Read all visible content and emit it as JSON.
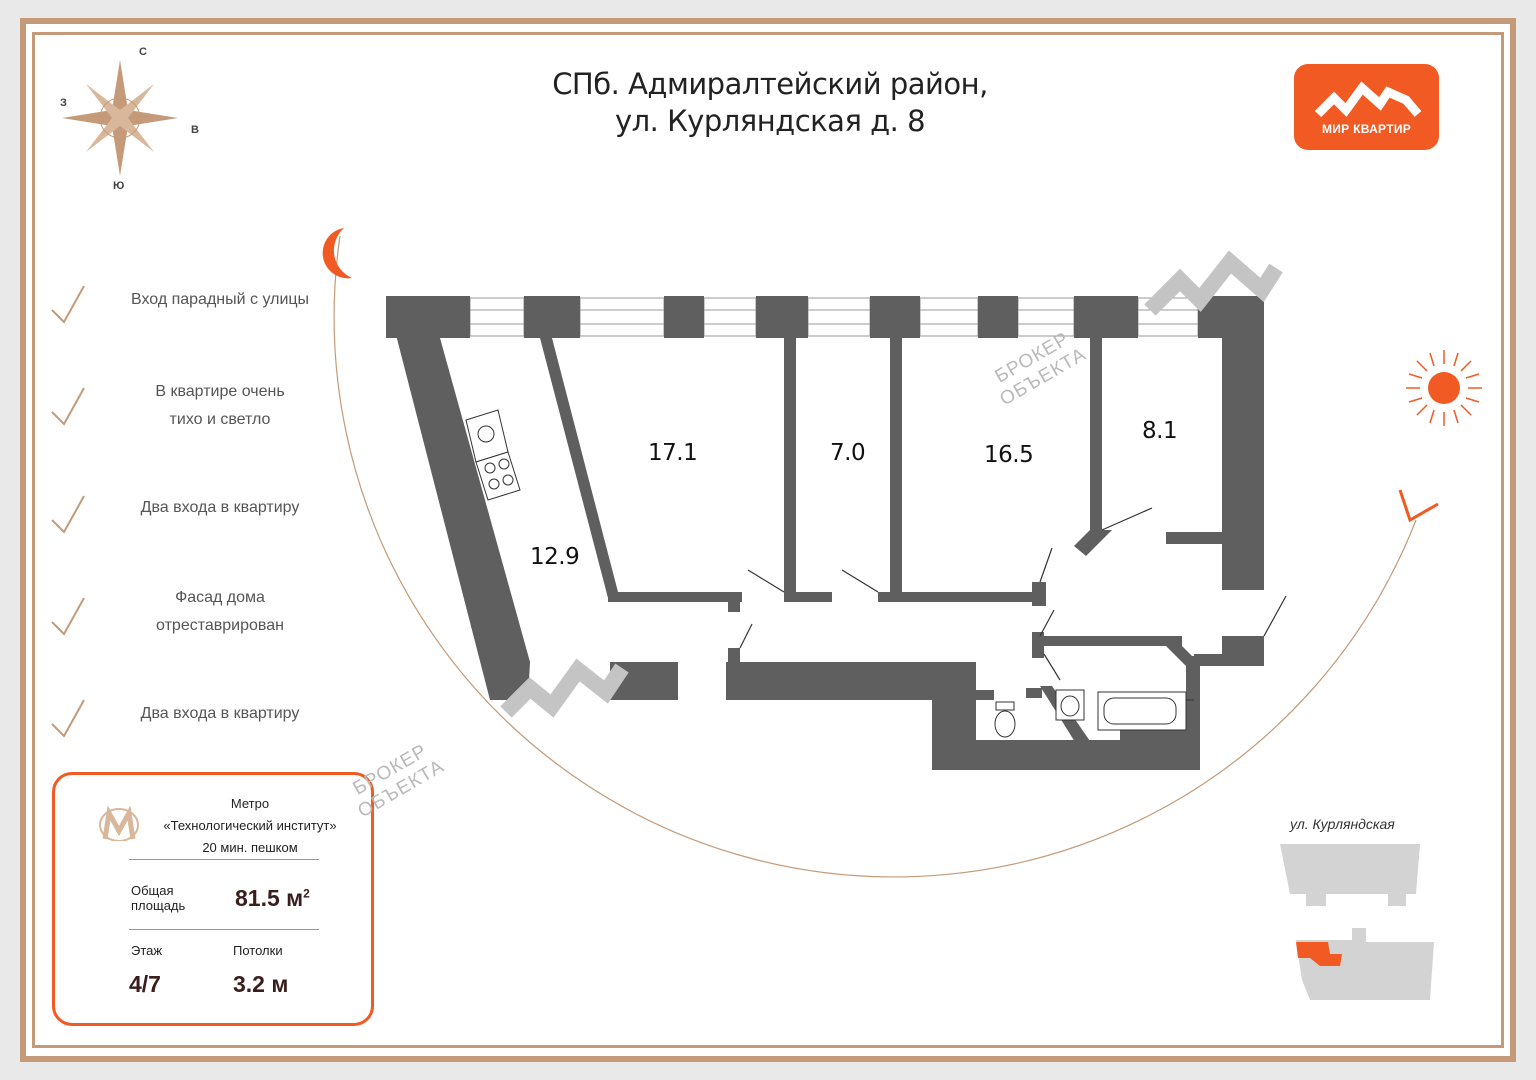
{
  "title": {
    "line1": "СПб. Адмиралтейский район,",
    "line2": "ул. Курляндская д. 8"
  },
  "logo": {
    "text": "МИР КВАРТИР"
  },
  "compass": {
    "north": "С",
    "south": "Ю",
    "west": "З",
    "east": "В"
  },
  "features": [
    {
      "text": "Вход парадный с улицы"
    },
    {
      "line1": "В квартире очень",
      "line2": "тихо и светло"
    },
    {
      "text": "Два входа в квартиру"
    },
    {
      "line1": "Фасад дома",
      "line2": "отреставрирован"
    },
    {
      "text": "Два входа в квартиру"
    }
  ],
  "info": {
    "metro_label": "Метро",
    "metro_station": "«Технологический институт»",
    "metro_walk": "20 мин. пешком",
    "area_label_1": "Общая",
    "area_label_2": "площадь",
    "area_value": "81.5 м",
    "area_sup": "2",
    "floor_label": "Этаж",
    "floor_value": "4/7",
    "ceiling_label": "Потолки",
    "ceiling_value": "3.2 м"
  },
  "rooms": [
    {
      "area": "17.1"
    },
    {
      "area": "7.0"
    },
    {
      "area": "16.5"
    },
    {
      "area": "8.1"
    },
    {
      "area": "12.9"
    }
  ],
  "street_label": "ул. Курляндская",
  "watermark": {
    "line1": "БРОКЕР",
    "line2": "ОБЪЕКТА"
  },
  "colors": {
    "accent": "#f15a22",
    "frame": "#c49a78",
    "wall": "#5f5f5f"
  }
}
